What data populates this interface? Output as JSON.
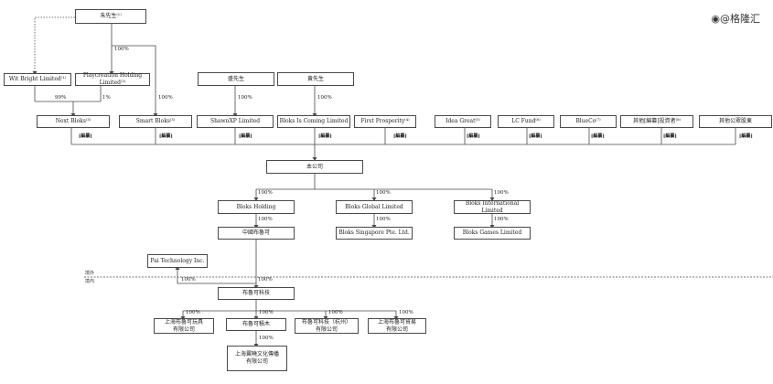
{
  "brand": {
    "logo_text": "@格隆汇",
    "icon": "globe-icon"
  },
  "region_labels": {
    "overseas": "境外",
    "domestic": "境內"
  },
  "nodes": {
    "zhu": "朱先生⁽¹⁾",
    "wit": "Wit Bright Limited⁽¹⁾",
    "playcreation": "Playcreation Holding Limited⁽²⁾",
    "next_bloks": "Next Bloks⁽³⁾",
    "smart_bloks": "Smart Bloks⁽³⁾",
    "sheng": "盛先生",
    "shawnxp": "ShawnXP Limited",
    "huang": "黄先生",
    "bloks_coming": "Bloks Is Coming Limited",
    "first_prosperity": "First Prosperity⁽⁴⁾",
    "idea_great": "Idea Great⁽⁵⁾",
    "lc_fund": "LC Fund⁽⁶⁾",
    "blue_co": "BlueCo⁽⁷⁾",
    "other_pre_ipo": "其他[編纂]投資者⁽⁸⁾",
    "other_public": "其他公眾股東",
    "company": "本公司",
    "bloks_holding": "Bloks Holding",
    "bloks_global": "Bloks Global Limited",
    "bloks_international": "Bloks International Limited",
    "china_bloks": "中國布魯可",
    "bloks_singapore": "Bloks Singapore Pte. Ltd.",
    "bloks_games": "Bloks Games Limited",
    "pai_tech": "Pai Technology Inc.",
    "bloks_tech": "布魯可科技",
    "sh_toys": "上海布魯可玩具\n有限公司",
    "bloks_jimu": "布魯可積木",
    "bloks_hangzhou": "布魯可科技（杭州）\n有限公司",
    "sh_trade": "上海布魯可貿易\n有限公司",
    "sh_culture": "上海翼曉文化傳播\n有限公司"
  },
  "percentages": {
    "zhu_to_playcreation": "100%",
    "wit_to_next": "99%",
    "playcreation_to_next": "1%",
    "zhu_to_smart": "100%",
    "sheng_to_shawnxp": "100%",
    "huang_to_coming": "100%",
    "company_to_holding": "100%",
    "company_to_global": "100%",
    "company_to_international": "100%",
    "holding_to_china": "100%",
    "global_to_singapore": "100%",
    "international_to_games": "100%",
    "china_to_tech": "100%",
    "tech_to_pai": "100%",
    "tech_to_toys": "100%",
    "tech_to_jimu": "100%",
    "tech_to_hangzhou": "100%",
    "tech_to_trade": "100%",
    "jimu_to_culture": "100%"
  },
  "redacted_tag": "[編纂]"
}
